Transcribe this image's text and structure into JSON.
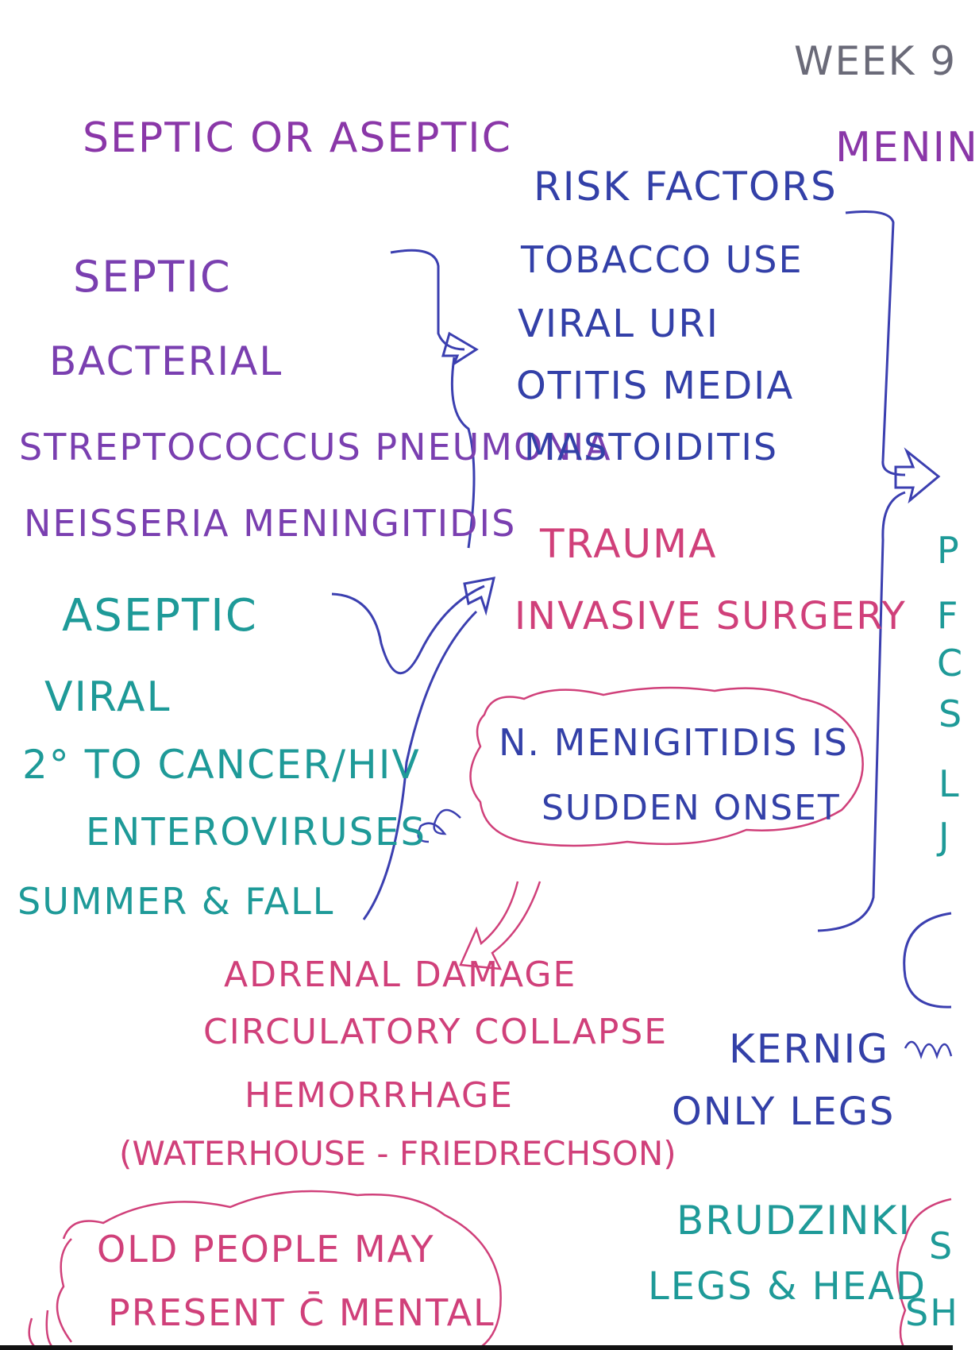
{
  "header": {
    "week": "WEEK 9",
    "topic_partial": "MENIN"
  },
  "left": {
    "title": "SEPTIC OR ASEPTIC",
    "septic": {
      "heading": "SEPTIC",
      "items": [
        "BACTERIAL",
        "STREPTOCOCCUS PNEUMONIA",
        "NEISSERIA MENINGITIDIS"
      ]
    },
    "aseptic": {
      "heading": "ASEPTIC",
      "items": [
        "VIRAL",
        "2° TO CANCER/HIV",
        "ENTEROVIRUSES",
        "SUMMER & FALL"
      ]
    }
  },
  "middle": {
    "risk_title": "RISK FACTORS",
    "risk_items": [
      "TOBACCO USE",
      "VIRAL URI",
      "OTITIS MEDIA",
      "MASTOIDITIS"
    ],
    "risk_items_2": [
      "TRAUMA",
      "INVASIVE SURGERY"
    ],
    "cloud_note": [
      "N. MENIGITIDIS IS",
      "SUDDEN ONSET"
    ],
    "complications": [
      "ADRENAL DAMAGE",
      "CIRCULATORY COLLAPSE",
      "HEMORRHAGE",
      "(WATERHOUSE - FRIEDRECHSON)"
    ],
    "old_people_note": [
      "OLD PEOPLE MAY",
      "PRESENT C̄ MENTAL"
    ]
  },
  "right": {
    "kernig": [
      "KERNIG",
      "ONLY LEGS"
    ],
    "brudzinki": [
      "BRUDZINKI",
      "LEGS & HEAD"
    ],
    "cut_letters": [
      "P",
      "F",
      "C",
      "S",
      "L",
      "J"
    ],
    "cut_note": [
      "S",
      "SH"
    ]
  },
  "colors": {
    "purple": "#7a3fb0",
    "navy": "#3340a8",
    "teal": "#1e9a98",
    "pink": "#d0407a",
    "grey": "#6a6a78"
  }
}
